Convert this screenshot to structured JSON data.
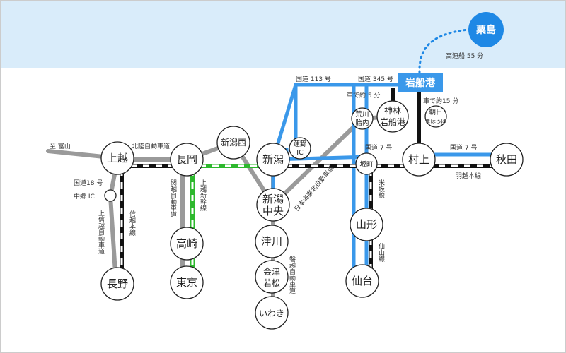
{
  "colors": {
    "sea": "#d9ecfa",
    "expressway": "#9a9a9a",
    "national_road": "#3a98ea",
    "shinkansen": "#2db82d",
    "rail": "#111111",
    "ferry": "#1e88e5"
  },
  "destinations": {
    "awashima": "粟島",
    "iwafune_port": "岩船港"
  },
  "cities": {
    "joetsu": "上越",
    "nagaoka": "長岡",
    "niigata_nishi": "新潟西",
    "niigata": "新潟",
    "niigata_chuo_1": "新潟",
    "niigata_chuo_2": "中央",
    "hasuno_1": "蓮野",
    "hasuno_2": "IC",
    "arakawa_1": "荒川",
    "arakawa_2": "胎内",
    "kamihayashi_1": "神林",
    "kamihayashi_2": "岩船港",
    "asahi_1": "朝日",
    "asahi_2": "まほろば",
    "murakami": "村上",
    "akita": "秋田",
    "sakamachi": "坂町",
    "yamagata": "山形",
    "sendai": "仙台",
    "tsugawa": "津川",
    "aizu_1": "会津",
    "aizu_2": "若松",
    "iwaki": "いわき",
    "takasaki": "高崎",
    "tokyo": "東京",
    "nagano": "長野",
    "nakago_ic": "中郷 IC"
  },
  "labels": {
    "ferry": "高速船 55 分",
    "route113": "国道 113 号",
    "route345": "国道 345 号",
    "car5": "車で約 5 分",
    "car15": "車で約15 分",
    "to_toyama": "至 富山",
    "hokuriku": "北陸自動車道",
    "route7_a": "国道 7 号",
    "route7_b": "国道 7 号",
    "uetsu": "羽越本線",
    "route18": "国道18 号",
    "kanetsu": "関越自動車道",
    "joetsu_shinkansen": "上越新幹線",
    "joshinetsu": "上信越自動車道",
    "shinetsu": "信越本線",
    "nihonkai": "日本海東北自動車道",
    "yonesaka": "米坂線",
    "senzan": "仙山線",
    "banetsu": "磐越自動車道"
  }
}
